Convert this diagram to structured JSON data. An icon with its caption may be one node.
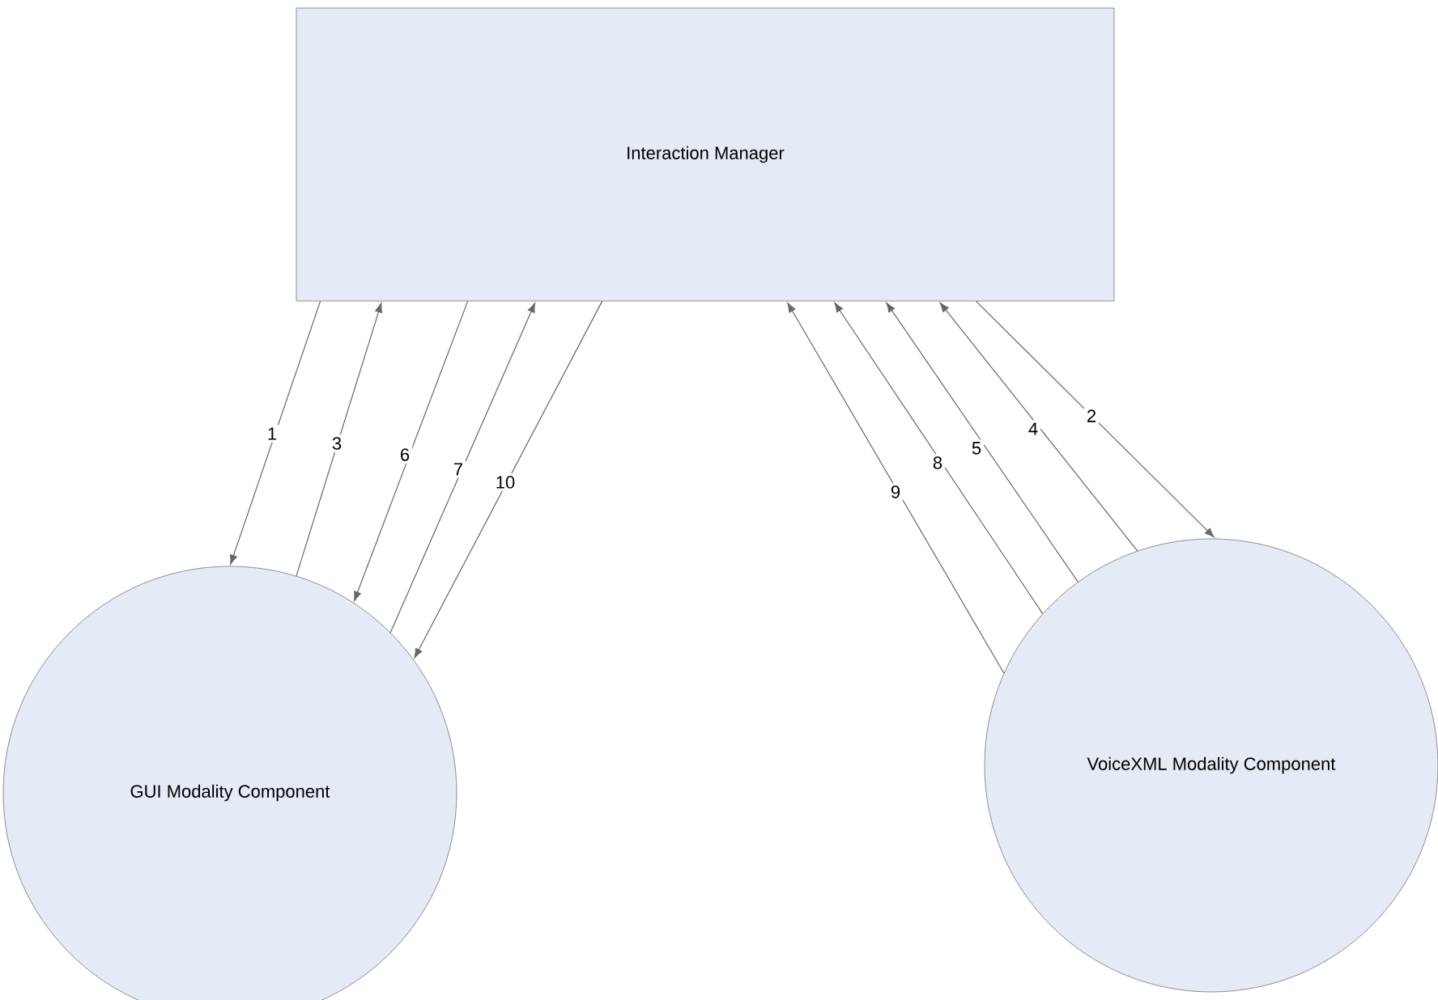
{
  "diagram": {
    "nodes": [
      {
        "text": [
          "Interaction Manager"
        ]
      },
      {
        "text": [
          "GUI Modality Component"
        ]
      },
      {
        "text": [
          "VoiceXML Modality Component"
        ]
      }
    ],
    "edges": [
      {
        "from": 0,
        "to": 1,
        "arrow": "to",
        "label": "1"
      },
      {
        "from": 0,
        "to": 2,
        "arrow": "to",
        "label": "2"
      },
      {
        "from": 1,
        "to": 0,
        "arrow": "to",
        "label": "3"
      },
      {
        "from": 2,
        "to": 0,
        "arrow": "to",
        "label": "4"
      },
      {
        "from": 2,
        "to": 0,
        "arrow": "to",
        "label": "5"
      },
      {
        "from": 0,
        "to": 1,
        "arrow": "to",
        "label": "6"
      },
      {
        "from": 1,
        "to": 0,
        "arrow": "to",
        "label": "7"
      },
      {
        "from": 2,
        "to": 0,
        "arrow": "to",
        "label": "8"
      },
      {
        "from": 2,
        "to": 0,
        "arrow": "to",
        "label": "9"
      },
      {
        "from": 0,
        "to": 1,
        "arrow": "to",
        "label": "10"
      }
    ]
  }
}
